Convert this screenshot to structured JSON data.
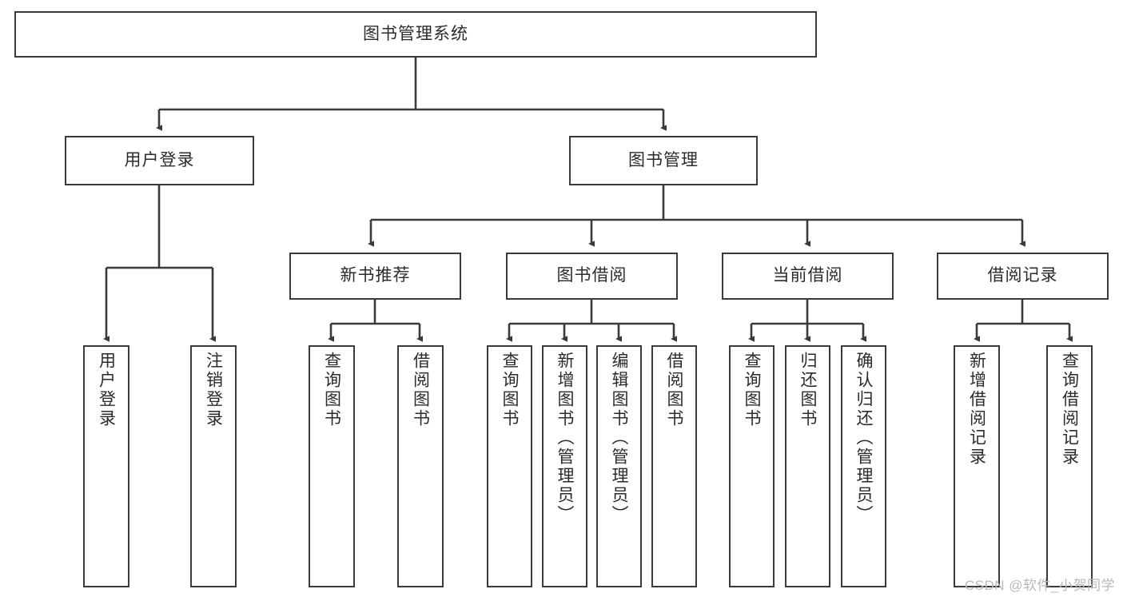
{
  "diagram": {
    "title": "图书管理系统",
    "type": "hierarchy-tree",
    "stroke_color": "#3a3a3a",
    "text_color": "#2b2b2b",
    "background_color": "#ffffff",
    "watermark": "CSDN @软件_小贺同学",
    "levels": {
      "root": {
        "label": "图书管理系统"
      },
      "level2": [
        {
          "label": "用户登录"
        },
        {
          "label": "图书管理"
        }
      ],
      "level3": [
        {
          "label": "新书推荐"
        },
        {
          "label": "图书借阅"
        },
        {
          "label": "当前借阅"
        },
        {
          "label": "借阅记录"
        }
      ],
      "level4": {
        "user_login_children": [
          {
            "label": "用户登录"
          },
          {
            "label": "注销登录"
          }
        ],
        "new_book_children": [
          {
            "label": "查询图书"
          },
          {
            "label": "借阅图书"
          }
        ],
        "borrow_children": [
          {
            "label": "查询图书"
          },
          {
            "label": "新增图书（管理员）"
          },
          {
            "label": "编辑图书（管理员）"
          },
          {
            "label": "借阅图书"
          }
        ],
        "current_children": [
          {
            "label": "查询图书"
          },
          {
            "label": "归还图书"
          },
          {
            "label": "确认归还（管理员）"
          }
        ],
        "record_children": [
          {
            "label": "新增借阅记录"
          },
          {
            "label": "查询借阅记录"
          }
        ]
      }
    }
  }
}
